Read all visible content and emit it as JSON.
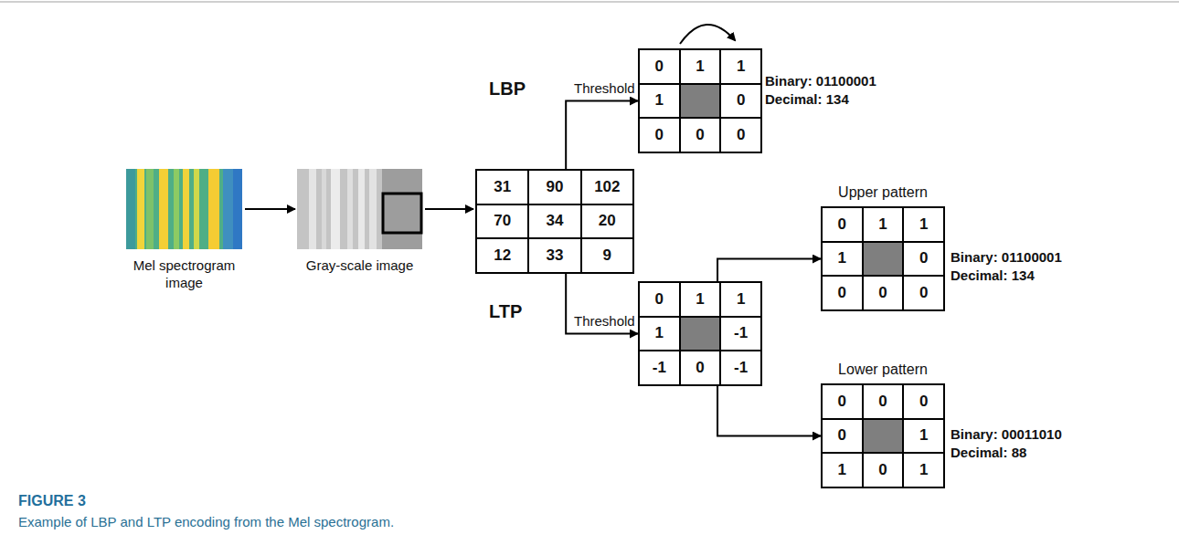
{
  "diagram": {
    "caption": "Example of LBP and LTP encoding from the Mel spectrogram.",
    "nodes": [
      {
        "text": [
          "Mel spectrogram image"
        ]
      },
      {
        "text": [
          "Gray-scale image"
        ]
      },
      {
        "text": [
          "31",
          "90",
          "102",
          "70",
          "34",
          "20",
          "12",
          "33",
          "9"
        ]
      },
      {
        "text": [
          "0",
          "1",
          "1",
          "1",
          "0",
          "0",
          "0",
          "0"
        ]
      },
      {
        "text": [
          "0",
          "1",
          "1",
          "1",
          "-1",
          "-1",
          "0",
          "-1"
        ]
      },
      {
        "text": [
          "Upper pattern",
          "0",
          "1",
          "1",
          "1",
          "0",
          "0",
          "0",
          "0"
        ]
      },
      {
        "text": [
          "Lower pattern",
          "0",
          "0",
          "0",
          "0",
          "1",
          "1",
          "0",
          "1"
        ]
      }
    ],
    "edges": [
      {
        "from": 0,
        "to": 1,
        "arrow": "to"
      },
      {
        "from": 1,
        "to": 2,
        "arrow": "to"
      },
      {
        "from": 2,
        "to": 3,
        "arrow": "to",
        "label": "Threshold"
      },
      {
        "from": 2,
        "to": 4,
        "arrow": "to",
        "label": "Threshold"
      },
      {
        "from": 4,
        "to": 5,
        "arrow": "to"
      },
      {
        "from": 4,
        "to": 6,
        "arrow": "to"
      }
    ],
    "labels": [
      "LBP",
      "LTP",
      "Binary: 01100001",
      "Decimal: 134",
      "Binary: 01100001",
      "Decimal: 134",
      "Binary: 00011010",
      "Decimal: 88",
      "FIGURE 3"
    ]
  }
}
